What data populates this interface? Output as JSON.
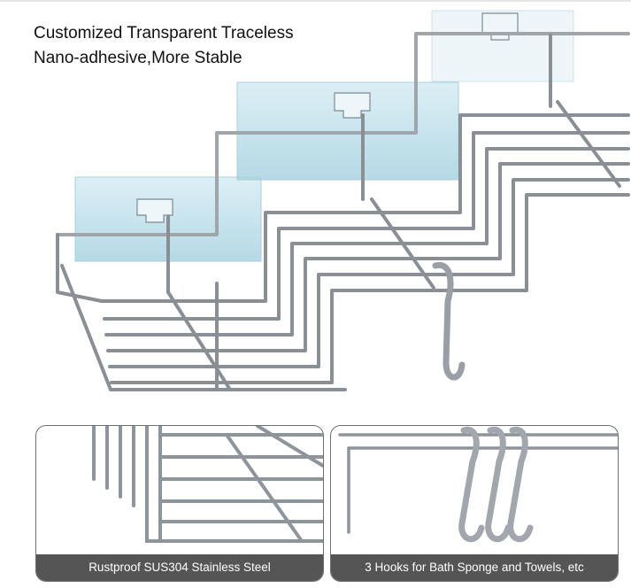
{
  "headline": {
    "line1": "Customized Transparent Traceless",
    "line2": "Nano-adhesive,More Stable"
  },
  "panels": {
    "left_caption": "Rustproof SUS304 Stainless Steel",
    "right_caption": "3 Hooks for Bath Sponge and Towels, etc"
  },
  "colors": {
    "adhesive_pad": "#bfe1ec",
    "wire": "#8a8f96",
    "caption_bg": "#555555",
    "caption_text": "#ffffff"
  }
}
